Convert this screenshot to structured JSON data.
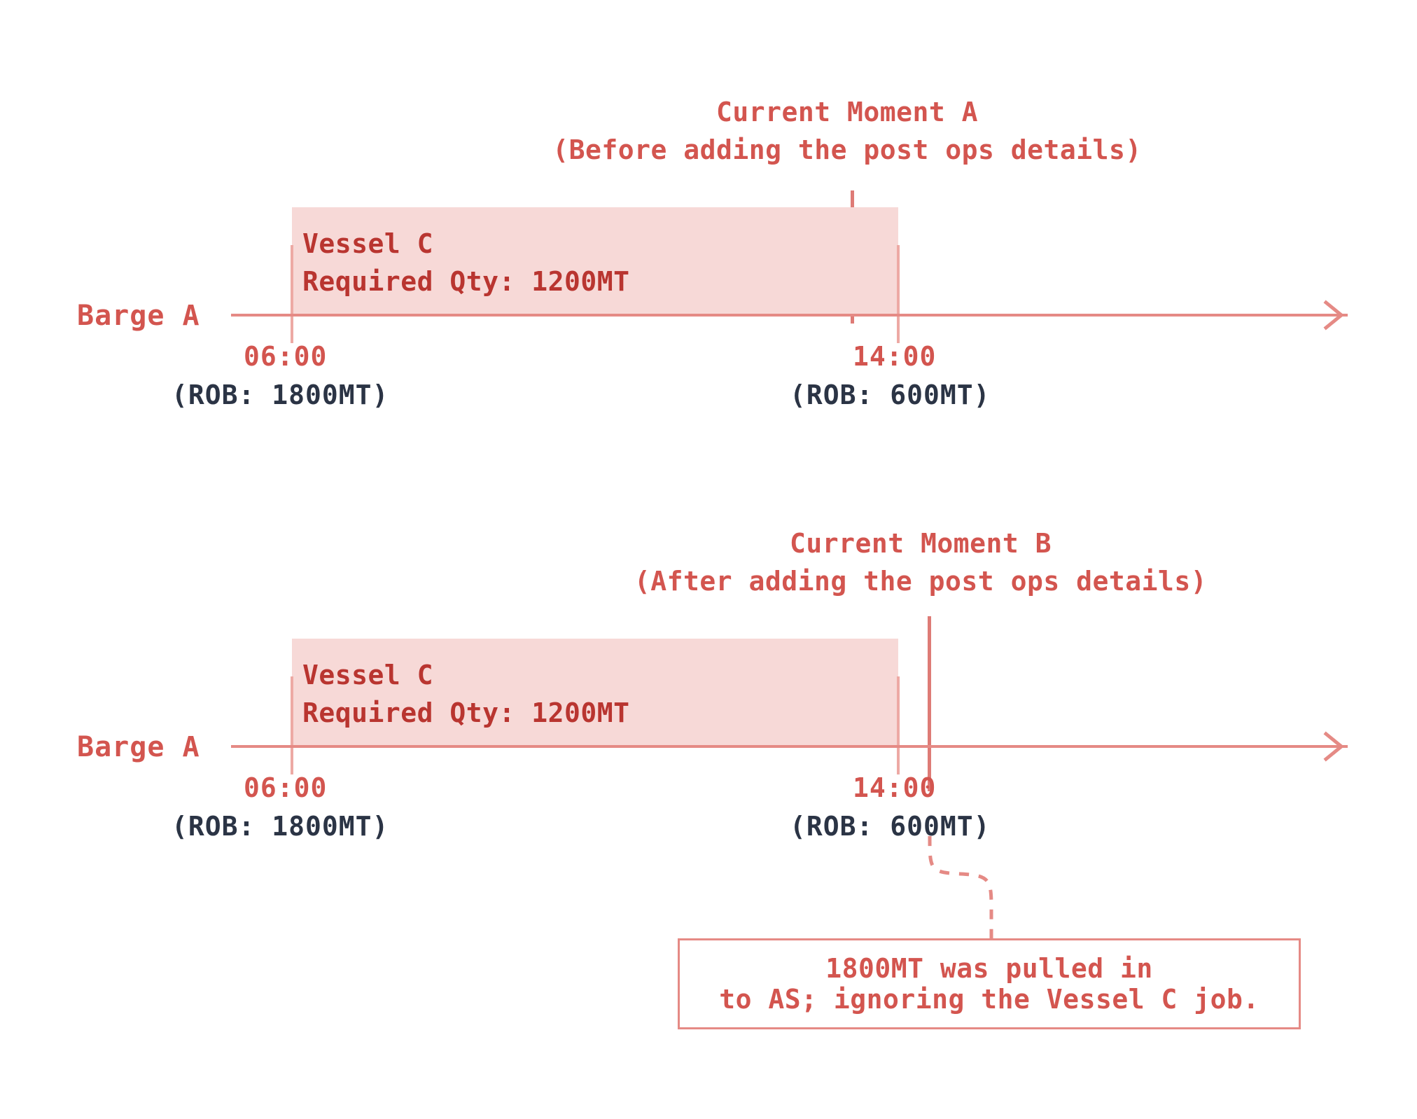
{
  "meta": {
    "title": "Barge A bunkering timeline — before and after post ops details",
    "colors": {
      "accent_red": "#d3554f",
      "bar_fill": "#f7d9d7",
      "bar_text": "#b93530",
      "rob_text": "#2b3445",
      "axis": "#e58a85",
      "tick": "#eda9a4",
      "moment_line": "#de7b76",
      "background": "#ffffff"
    }
  },
  "chart_data": {
    "type": "timeline",
    "title": "Barge A bunkering timeline — before and after post ops details",
    "panels": [
      {
        "id": "panel-a",
        "moment_title": "Current Moment A",
        "moment_subtitle": "(Before adding the post ops details)",
        "axis_label": "Barge A",
        "moment_line_time": "≈12:20",
        "job": {
          "vessel": "Vessel C",
          "required_qty_label": "Required Qty: 1200MT",
          "required_qty_value": 1200,
          "unit": "MT",
          "start_time": "06:00",
          "end_time": "14:00"
        },
        "ticks": [
          {
            "time": "06:00",
            "rob_label": "(ROB: 1800MT)",
            "rob_value": 1800
          },
          {
            "time": "14:00",
            "rob_label": "(ROB: 600MT)",
            "rob_value": 600
          }
        ]
      },
      {
        "id": "panel-b",
        "moment_title": "Current Moment B",
        "moment_subtitle": "(After adding the post ops details)",
        "axis_label": "Barge A",
        "moment_line_time": "≈15:00",
        "job": {
          "vessel": "Vessel C",
          "required_qty_label": "Required Qty: 1200MT",
          "required_qty_value": 1200,
          "unit": "MT",
          "start_time": "06:00",
          "end_time": "14:00"
        },
        "ticks": [
          {
            "time": "06:00",
            "rob_label": "(ROB: 1800MT)",
            "rob_value": 1800
          },
          {
            "time": "14:00",
            "rob_label": "(ROB: 600MT)",
            "rob_value": 600
          }
        ],
        "callout": {
          "line1": "1800MT was pulled in",
          "line2": "to AS; ignoring the Vessel C job."
        }
      }
    ]
  },
  "panel_a": {
    "moment_title": "Current Moment A",
    "moment_subtitle": "(Before adding the post ops details)",
    "axis_label": "Barge A",
    "bar_line1": "Vessel C",
    "bar_line2": "Required Qty: 1200MT",
    "time_start": "06:00",
    "time_end": "14:00",
    "rob_start": "(ROB: 1800MT)",
    "rob_end": "(ROB: 600MT)"
  },
  "panel_b": {
    "moment_title": "Current Moment B",
    "moment_subtitle": "(After adding the post ops details)",
    "axis_label": "Barge A",
    "bar_line1": "Vessel C",
    "bar_line2": "Required Qty: 1200MT",
    "time_start": "06:00",
    "time_end": "14:00",
    "rob_start": "(ROB: 1800MT)",
    "rob_end": "(ROB: 600MT)",
    "callout_line1": "1800MT was pulled in",
    "callout_line2": "to AS; ignoring the Vessel C job."
  }
}
